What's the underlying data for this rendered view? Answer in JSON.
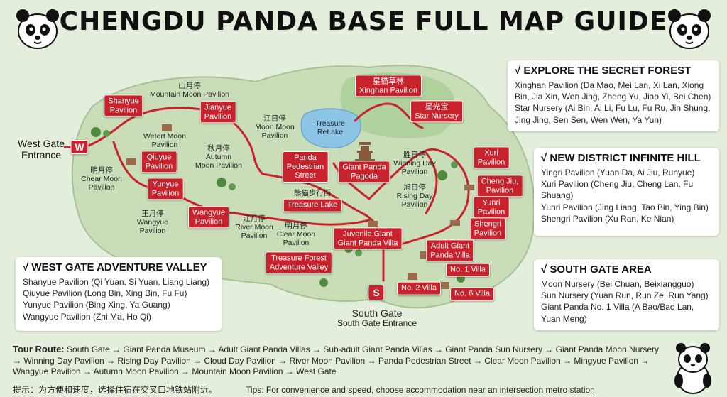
{
  "title": "CHENGDU PANDA BASE FULL MAP GUIDE",
  "gates": [
    {
      "id": "west",
      "marker": "W",
      "label_line1": "West Gate",
      "label_line2": "Entrance"
    },
    {
      "id": "south",
      "marker": "S",
      "label_line1": "South Gate",
      "label_line2": "South Gate Entrance"
    }
  ],
  "red_labels": [
    {
      "id": "shanyue",
      "lines": [
        "Shanyue",
        "Pavilion"
      ]
    },
    {
      "id": "jianyue",
      "lines": [
        "Jianyue",
        "Pavilion"
      ]
    },
    {
      "id": "qiuyue",
      "lines": [
        "Qiuyue",
        "Pavilion"
      ]
    },
    {
      "id": "yunyue",
      "lines": [
        "Yunyue",
        "Pavilion"
      ]
    },
    {
      "id": "wangyue",
      "lines": [
        "Wangyue",
        "Pavilion"
      ]
    },
    {
      "id": "panda-street",
      "lines": [
        "Panda",
        "Pedestrian",
        "Street"
      ]
    },
    {
      "id": "treasure-lake",
      "lines": [
        "Treasure Lake"
      ]
    },
    {
      "id": "pagoda",
      "lines": [
        "Giant Panda",
        "Pagoda"
      ]
    },
    {
      "id": "xinghan",
      "lines": [
        "星猫草林",
        "Xinghan Pavilion"
      ]
    },
    {
      "id": "star-nursery",
      "lines": [
        "星光宝",
        "Star Nursery"
      ]
    },
    {
      "id": "xuri",
      "lines": [
        "Xuri",
        "Pavilion"
      ]
    },
    {
      "id": "chengjiu",
      "lines": [
        "Cheng Jiu,",
        "Pavilion"
      ]
    },
    {
      "id": "yunri",
      "lines": [
        "Yunri",
        "Pavilion"
      ]
    },
    {
      "id": "shengri",
      "lines": [
        "Shengri",
        "Pavilion"
      ]
    },
    {
      "id": "juvenile",
      "lines": [
        "Juvenile Giant",
        "Giant Panda Villa"
      ]
    },
    {
      "id": "adult",
      "lines": [
        "Adult Giant",
        "Panda Villa"
      ]
    },
    {
      "id": "no1",
      "lines": [
        "No. 1 Villa"
      ]
    },
    {
      "id": "no2",
      "lines": [
        "No. 2 Villa"
      ]
    },
    {
      "id": "no6",
      "lines": [
        "No. 6 Villa"
      ]
    },
    {
      "id": "treasure-forest",
      "lines": [
        "Treasure Forest",
        "Adventure Valley"
      ]
    }
  ],
  "text_labels": [
    {
      "id": "mountain-moon",
      "lines": [
        "山月停",
        "Mountain Moon Pavilion"
      ]
    },
    {
      "id": "wetert",
      "lines": [
        "Wetert Moon",
        "Pavilion"
      ]
    },
    {
      "id": "autumn",
      "lines": [
        "秋月停",
        "Autumn",
        "Moon Pavilion"
      ]
    },
    {
      "id": "moon-moon",
      "lines": [
        "江日停",
        "Moon Moon",
        "Pavilion"
      ]
    },
    {
      "id": "chear",
      "lines": [
        "明月停",
        "Chear Moon",
        "Pavilion"
      ]
    },
    {
      "id": "wangyue-cn",
      "lines": [
        "王月停",
        "Wangyue",
        "Pavilion"
      ]
    },
    {
      "id": "river-moon",
      "lines": [
        "江月停",
        "River Moon",
        "Pavilion"
      ]
    },
    {
      "id": "clear-moon",
      "lines": [
        "明月停",
        "Clear Moon",
        "Pavilion"
      ]
    },
    {
      "id": "street-cn",
      "lines": [
        "熊猫步行街"
      ]
    },
    {
      "id": "winning",
      "lines": [
        "胜日停",
        "Winning Day",
        "Pavilion"
      ]
    },
    {
      "id": "rising",
      "lines": [
        "旭日停",
        "Rising Day",
        "Pavilion"
      ]
    },
    {
      "id": "relake",
      "lines": [
        "Treasure",
        "ReLake"
      ]
    }
  ],
  "panels": {
    "secret_forest": {
      "title": "√ EXPLORE THE SECRET FOREST",
      "rows": [
        "Xinghan Pavilion (Da Mao, Mei Lan, Xi Lan, Xiong",
        "Bin, Jia Xin, Wen Jing, Zheng Yu, Jiao Yi, Bei Chen)",
        "Star Nursery (Ai Bin, Ai Li, Fu Lu, Fu Ru, Jin Shung,",
        "Jing Jing, Sen Sen, Wen Wen, Ya Yun)"
      ]
    },
    "new_district": {
      "title": "√ NEW DISTRICT INFINITE HILL",
      "rows": [
        "Yingri Pavilion (Yuan Da, Ai Jiu, Runyue)",
        "Xuri Pavilion (Cheng Jiu, Cheng Lan, Fu",
        "Shuang)",
        "Yunri Pavilion (Jing Liang, Tao Bin, Ying Bin)",
        "Shengri Pavilion (Xu Ran, Ke Nian)"
      ]
    },
    "west_gate": {
      "title": "√ WEST GATE ADVENTURE VALLEY",
      "rows": [
        "Shanyue Pavilion (Qi Yuan, Si Yuan, Liang Liang)",
        "Qiuyue Pavilion (Long Bin, Xing Bin, Fu Fu)",
        "Yunyue Pavilion (Bing Xing, Ya Guang)",
        "Wangyue Pavilion (Zhi Ma, Ho Qi)"
      ]
    },
    "south_gate": {
      "title": "√ SOUTH GATE AREA",
      "rows": [
        "Moon Nursery (Bei Chuan, Beixiangguo)",
        "Sun Nursery (Yuan Run, Run Ze, Run Yang)",
        "Giant Panda No. 1 Villa (A Bao/Bao Lan,",
        "Yuan Meng)"
      ]
    }
  },
  "route": {
    "label": "Tour Route:",
    "text": "South Gate → Giant Panda Museum → Adult Giant Panda Villas → Sub-adult Giant Panda Villas → Giant Panda Sun Nursery → Giant Panda Moon Nursery → Winning Day Pavilion → Rising Day Pavilion → Cloud Day Pavilion → River Moon Pavilion → Panda Pedestrian Street → Clear Moon Pavilion → Mingyue Pavilion → Wangyue Pavilion → Autumn Moon Pavilion → Mountain Moon Pavilion → West Gate"
  },
  "tips": {
    "cn": "提示：为方便和速度，选择住宿在交叉口地铁站附近。",
    "en": "Tips: For convenience and speed, choose accommodation near an intersection metro station."
  },
  "colors": {
    "route_red": "#c8232c",
    "land": "#c9ddb8",
    "water": "#8cc4e6",
    "forest": "#a9cf95",
    "background": "#e4eedc"
  },
  "icons": [
    "panda-mascot-icon",
    "tree-icon",
    "pagoda-icon",
    "pavilion-icon"
  ]
}
